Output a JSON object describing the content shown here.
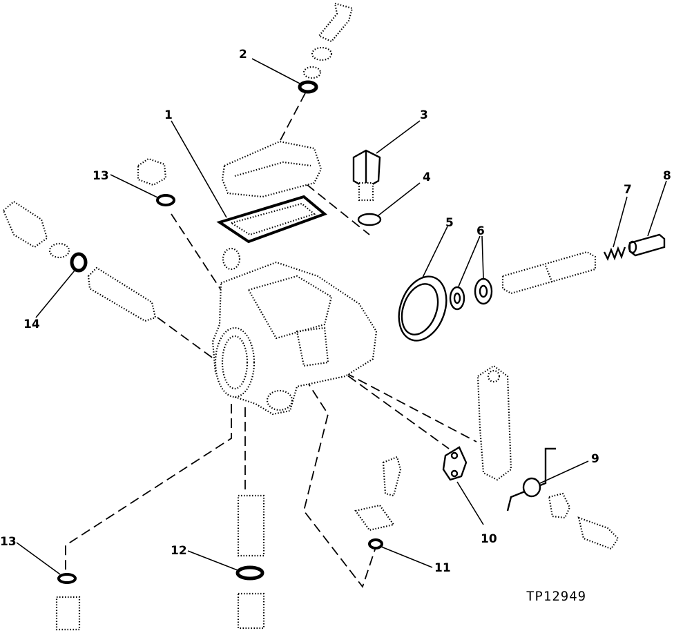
{
  "drawing_ref": "TP12949",
  "callouts": [
    {
      "id": "c1",
      "text": "1"
    },
    {
      "id": "c2",
      "text": "2"
    },
    {
      "id": "c3",
      "text": "3"
    },
    {
      "id": "c4",
      "text": "4"
    },
    {
      "id": "c5",
      "text": "5"
    },
    {
      "id": "c6",
      "text": "6"
    },
    {
      "id": "c7",
      "text": "7"
    },
    {
      "id": "c8",
      "text": "8"
    },
    {
      "id": "c9",
      "text": "9"
    },
    {
      "id": "c10",
      "text": "10"
    },
    {
      "id": "c11",
      "text": "11"
    },
    {
      "id": "c12",
      "text": "12"
    },
    {
      "id": "c13a",
      "text": "13"
    },
    {
      "id": "c13b",
      "text": "13"
    },
    {
      "id": "c14",
      "text": "14"
    }
  ]
}
